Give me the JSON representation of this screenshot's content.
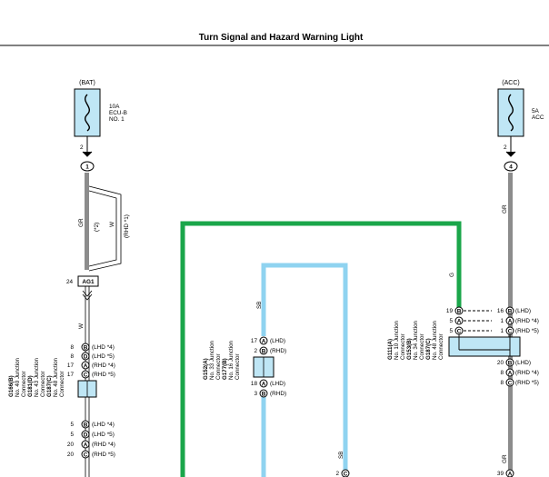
{
  "title": "Turn Signal and Hazard Warning Light",
  "fuse_left": {
    "source": "(BAT)",
    "amp": "10A",
    "name1": "ECU-B",
    "name2": "NO. 1",
    "pin": "2",
    "conn": "1"
  },
  "fuse_right": {
    "source": "(ACC)",
    "amp": "5A",
    "name1": "ACC",
    "pin": "2",
    "conn": "4"
  },
  "wire_colors": {
    "gr": "GR",
    "w": "W",
    "g": "G",
    "sb": "SB"
  },
  "colors": {
    "gray": "#8c8c8c",
    "green": "#1aa64a",
    "sky": "#8fd3f0",
    "fill": "#bfe6f5"
  },
  "notes": {
    "two": "(*2)",
    "rhd1": "(RHD *1)"
  },
  "ag1": {
    "pin": "24",
    "label": "AG1"
  },
  "left_junction": {
    "lines": [
      "G166(B)",
      "No. 40 Junction",
      "Connector",
      "G181(D)",
      "No. 43 Junction",
      "Connector",
      "G187(C)",
      "No. 48 Junction",
      "Connector"
    ],
    "pins": [
      {
        "pin": "8",
        "letter": "B",
        "note": "(LHD *4)"
      },
      {
        "pin": "8",
        "letter": "D",
        "note": "(LHD *5)"
      },
      {
        "pin": "17",
        "letter": "A",
        "note": "(RHD *4)"
      },
      {
        "pin": "17",
        "letter": "C",
        "note": "(RHD *5)"
      },
      {
        "pin": "5",
        "letter": "B",
        "note": "(LHD *4)"
      },
      {
        "pin": "5",
        "letter": "D",
        "note": "(LHD *5)"
      },
      {
        "pin": "20",
        "letter": "A",
        "note": "(RHD *4)"
      },
      {
        "pin": "20",
        "letter": "C",
        "note": "(RHD *5)"
      }
    ]
  },
  "mid_junction": {
    "lines": [
      "G152(A)",
      "No. 33 Junction",
      "Connector",
      "G177(B)",
      "No. 16 Junction",
      "Connector"
    ],
    "pins": [
      {
        "pin": "17",
        "letter": "A",
        "note": "(LHD)"
      },
      {
        "pin": "2",
        "letter": "B",
        "note": "(RHD)"
      },
      {
        "pin": "18",
        "letter": "A",
        "note": "(LHD)"
      },
      {
        "pin": "3",
        "letter": "B",
        "note": "(RHD)"
      }
    ],
    "bottom_pin": {
      "pin": "2",
      "letter": "C"
    }
  },
  "right_junction": {
    "lines": [
      "G111(A)",
      "No. 10 Junction",
      "Connector",
      "G153(B)",
      "No. 34 Junction",
      "Connector",
      "G187(C)",
      "No. 48 Junction",
      "Connector"
    ],
    "left_pins": [
      {
        "pin": "19",
        "letter": "B"
      },
      {
        "pin": "5",
        "letter": "A"
      },
      {
        "pin": "5",
        "letter": "C"
      }
    ],
    "right_pins": [
      {
        "pin": "16",
        "letter": "B",
        "note": "(LHD)"
      },
      {
        "pin": "1",
        "letter": "A",
        "note": "(RHD *4)"
      },
      {
        "pin": "1",
        "letter": "C",
        "note": "(RHD *5)"
      },
      {
        "pin": "20",
        "letter": "B",
        "note": "(LHD)"
      },
      {
        "pin": "8",
        "letter": "A",
        "note": "(RHD *4)"
      },
      {
        "pin": "8",
        "letter": "C",
        "note": "(RHD *5)"
      }
    ],
    "bottom_pin": {
      "pin": "39",
      "letter": "A"
    }
  }
}
